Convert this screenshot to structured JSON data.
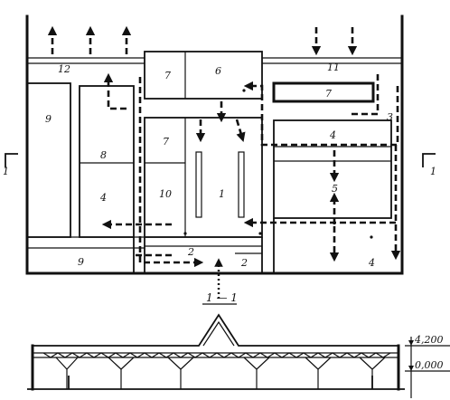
{
  "plan": {
    "room_numbers": {
      "r12": "12",
      "r9a": "9",
      "r8": "8",
      "r4a": "4",
      "r7a": "7",
      "r6": "6",
      "r11": "11",
      "r7b": "7",
      "r3": "3",
      "r7c": "7",
      "r10": "10",
      "r1": "1",
      "r4b": "4",
      "r5": "5",
      "r4c": "4",
      "r9b": "9",
      "r2a": "2",
      "r2b": "2"
    },
    "section_marker_left": "1",
    "section_marker_right": "1"
  },
  "section": {
    "title": "1 — 1",
    "elevation_top": "4,200",
    "elevation_zero": "0,000"
  }
}
